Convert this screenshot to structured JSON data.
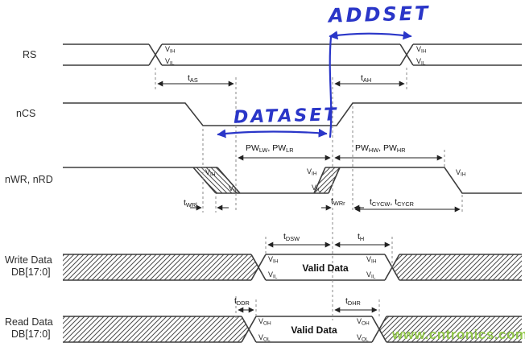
{
  "signals": {
    "rs": "RS",
    "ncs": "nCS",
    "nwr_nrd": "nWR, nRD",
    "write_data_line1": "Write Data",
    "write_data_line2": "DB[17:0]",
    "read_data_line1": "Read Data",
    "read_data_line2": "DB[17:0]"
  },
  "levels": {
    "vih": {
      "base": "V",
      "sub": "IH"
    },
    "vil": {
      "base": "V",
      "sub": "IL"
    },
    "voh": {
      "base": "V",
      "sub": "OH"
    },
    "vol": {
      "base": "V",
      "sub": "OL"
    }
  },
  "timings": {
    "tas": {
      "base": "t",
      "sub": "AS"
    },
    "tah": {
      "base": "t",
      "sub": "AH"
    },
    "pw_low": {
      "base": "PW",
      "sub": "LW",
      "base2": ", PW",
      "sub2": "LR"
    },
    "pw_high": {
      "base": "PW",
      "sub": "HW",
      "base2": ", PW",
      "sub2": "HR"
    },
    "twrl": {
      "base": "t",
      "sub": "WRl"
    },
    "twrr": {
      "base": "t",
      "sub": "WRr"
    },
    "tcyc": {
      "base": "t",
      "sub": "CYCW",
      "base2": ", t",
      "sub2": "CYCR"
    },
    "tdsw": {
      "base": "t",
      "sub": "DSW"
    },
    "th": {
      "base": "t",
      "sub": "H"
    },
    "tddr": {
      "base": "t",
      "sub": "DDR"
    },
    "tdhr": {
      "base": "t",
      "sub": "DHR"
    }
  },
  "bus": {
    "valid_data": "Valid Data"
  },
  "annotations": {
    "addset": "ADDSET",
    "dataset": "DATASET"
  },
  "watermark": "www.cntronics.com",
  "colors": {
    "signal": "#3d3d3d",
    "annotation": "#2a36c8",
    "watermark": "#8CC63E",
    "hatch": "#4a4a4a",
    "measure": "#222222",
    "dashed": "#888888"
  }
}
